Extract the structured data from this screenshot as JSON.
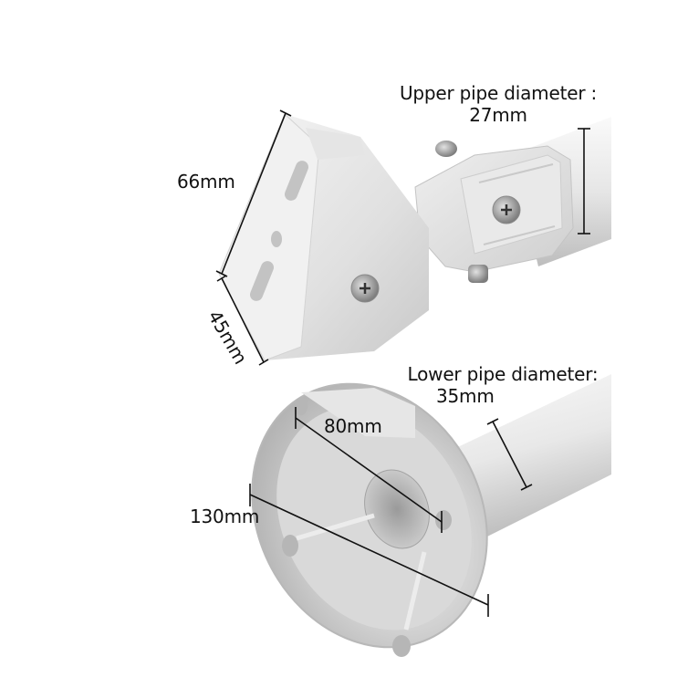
{
  "product": {
    "description": "White camera mount bracket with upper and lower pipes",
    "colors": {
      "background": "#ffffff",
      "metal_light": "#f2f2f2",
      "metal_mid": "#d6d6d6",
      "metal_dark": "#a9a9a9",
      "dimension_line": "#111111",
      "text": "#111111"
    }
  },
  "annotations": {
    "upper_pipe": {
      "label_line1": "Upper pipe diameter :",
      "label_line2": "27mm"
    },
    "lower_pipe": {
      "label_line1": "Lower pipe diameter:",
      "label_line2": "35mm"
    },
    "bracket_height": "66mm",
    "bracket_width": "45mm",
    "inner_base": "80mm",
    "outer_base": "130mm"
  }
}
